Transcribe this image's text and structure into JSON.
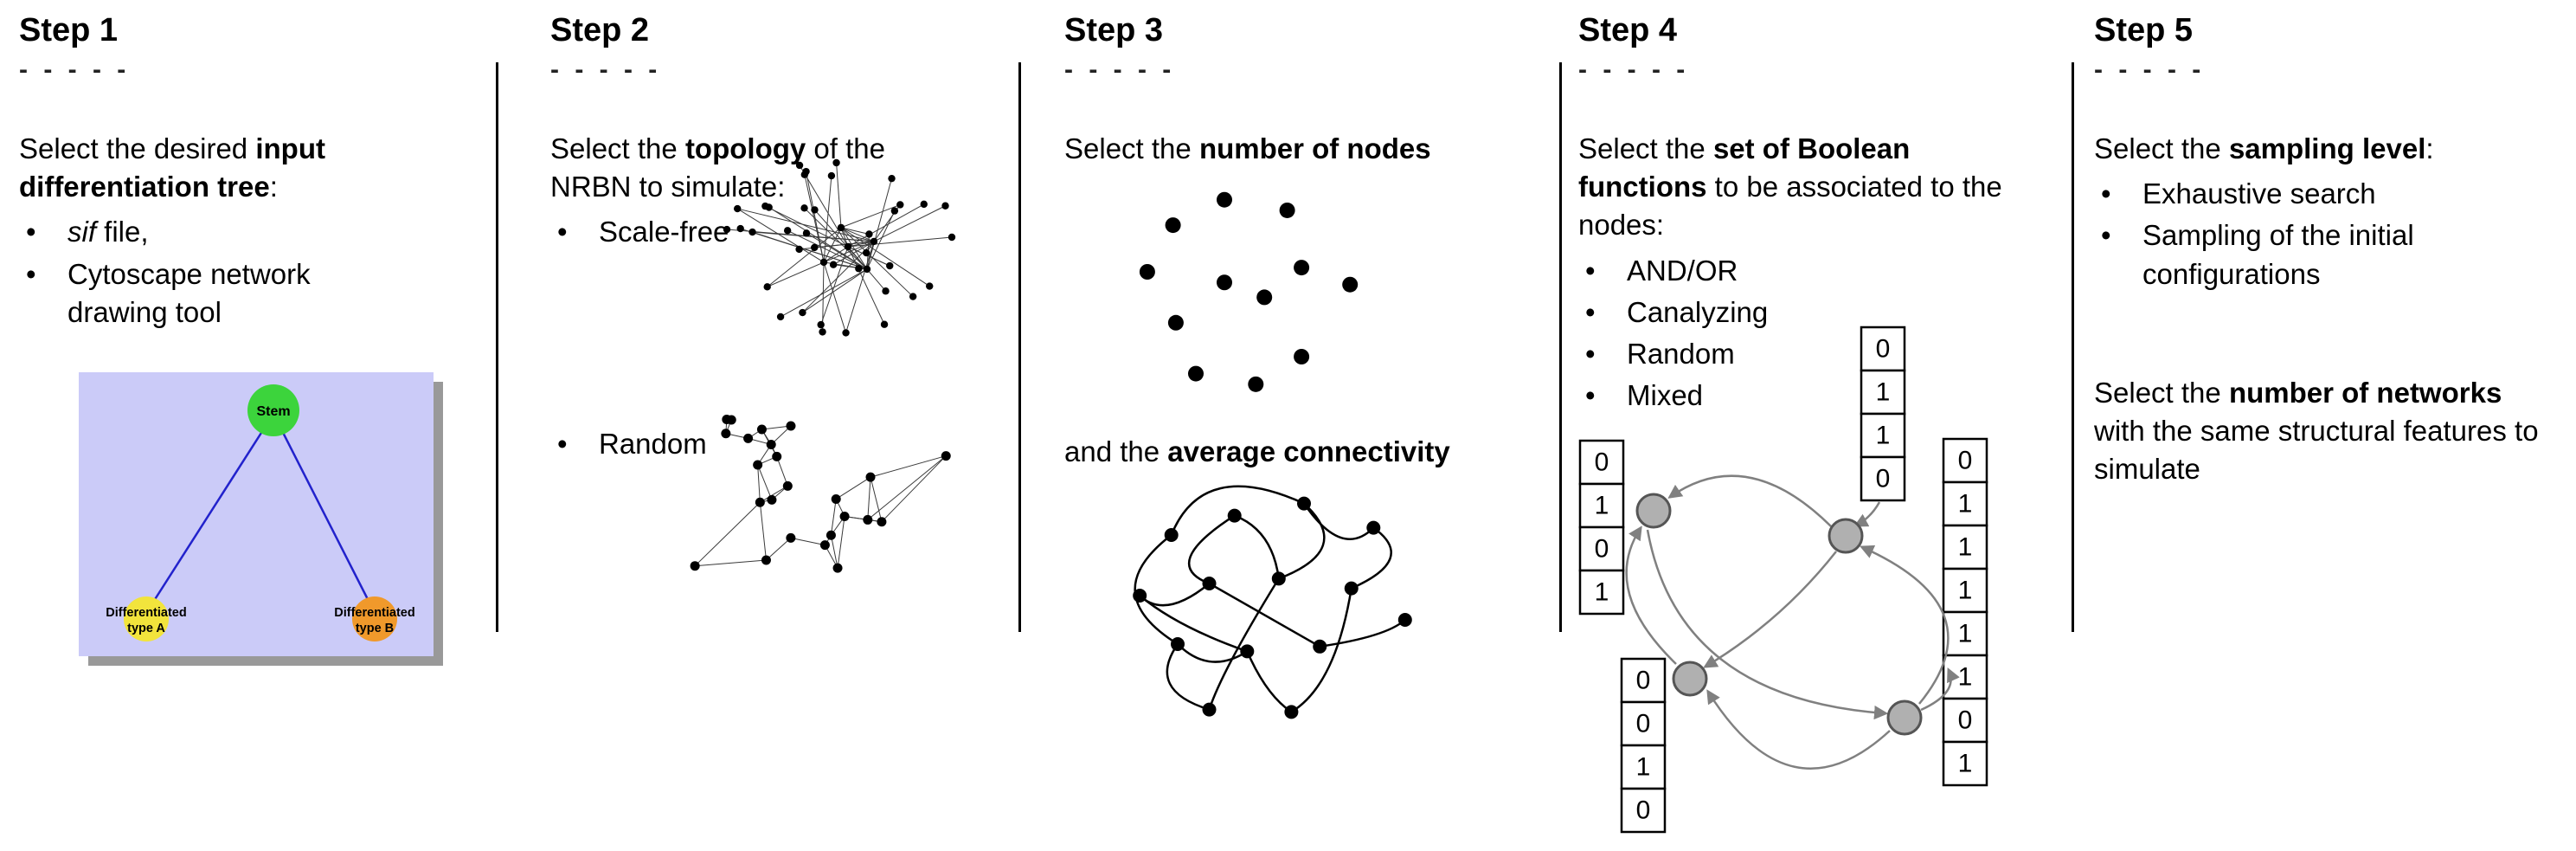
{
  "figure": {
    "background": "#ffffff",
    "divider_color": "#000000"
  },
  "steps": [
    {
      "title": "Step 1",
      "dashes": "- - - - -",
      "intro": {
        "pre": "Select the desired ",
        "bold": "input differentiation tree",
        "post": ":"
      },
      "bullets": [
        {
          "italic": "sif",
          "text": " file,"
        },
        {
          "text": "Cytoscape network",
          "text2": "drawing tool"
        }
      ],
      "tree": {
        "stem": "Stem",
        "type_a": {
          "line1": "Differentiated",
          "line2": "type A"
        },
        "type_b": {
          "line1": "Differentiated",
          "line2": "type B"
        },
        "colors": {
          "panel": "#cbcbf8",
          "stem": "#3cd43c",
          "type_a": "#f2e43c",
          "type_b": "#f0992b",
          "edge": "#2222cc"
        }
      }
    },
    {
      "title": "Step 2",
      "dashes": "- - - - -",
      "intro": {
        "pre": "Select the ",
        "bold": "topology",
        "post": " of the NRBN to simulate:"
      },
      "bullets": [
        {
          "text": "Scale-free"
        },
        {
          "text": "Random"
        }
      ]
    },
    {
      "title": "Step 3",
      "dashes": "- - - - -",
      "intro": {
        "pre": "Select the ",
        "bold": "number of nodes",
        "post": ""
      },
      "second": {
        "pre": "and the ",
        "bold": "average connectivity",
        "post": ""
      }
    },
    {
      "title": "Step 4",
      "dashes": "- - - - -",
      "intro": {
        "pre": "Select the ",
        "bold": "set of Boolean functions",
        "post": " to be associated to the nodes:"
      },
      "bullets": [
        {
          "text": "AND/OR"
        },
        {
          "text": "Canalyzing"
        },
        {
          "text": "Random"
        },
        {
          "text": "Mixed"
        }
      ],
      "tables": {
        "top": [
          "0",
          "1",
          "1",
          "0"
        ],
        "left": [
          "0",
          "1",
          "0",
          "1"
        ],
        "bottom_left": [
          "0",
          "0",
          "1",
          "0"
        ],
        "right": [
          "0",
          "1",
          "1",
          "1",
          "1",
          "1",
          "0",
          "1"
        ]
      },
      "node_color": "#b0b0b0",
      "node_border_color": "#555555",
      "arrow_color": "#808080"
    },
    {
      "title": "Step 5",
      "dashes": "- - - - -",
      "intro": {
        "pre": "Select the ",
        "bold": "sampling level",
        "post": ":"
      },
      "bullets": [
        {
          "text": "Exhaustive search"
        },
        {
          "text": "Sampling of the initial configurations"
        }
      ],
      "second": {
        "pre": "Select the ",
        "bold": "number of networks",
        "post": " with the same structural features to simulate"
      }
    }
  ]
}
